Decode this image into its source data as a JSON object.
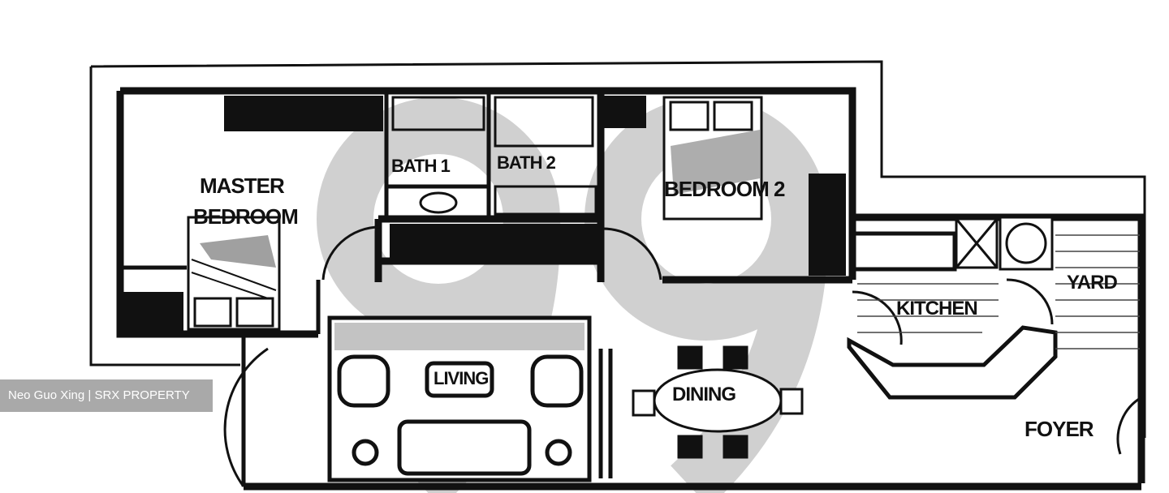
{
  "floor_plan": {
    "rooms": {
      "master_bedroom": [
        "MASTER",
        "BEDROOM"
      ],
      "bath_1": "BATH 1",
      "bath_2": "BATH 2",
      "bedroom_2": "BEDROOM 2",
      "kitchen": "KITCHEN",
      "yard": "YARD",
      "living": "LIVING",
      "dining": "DINING",
      "foyer": "FOYER"
    }
  },
  "watermark": {
    "credit": "Neo Guo Xing | SRX PROPERTY",
    "logo_color": "#c8c8c8"
  },
  "colors": {
    "wall": "#111111",
    "background": "#ffffff"
  }
}
